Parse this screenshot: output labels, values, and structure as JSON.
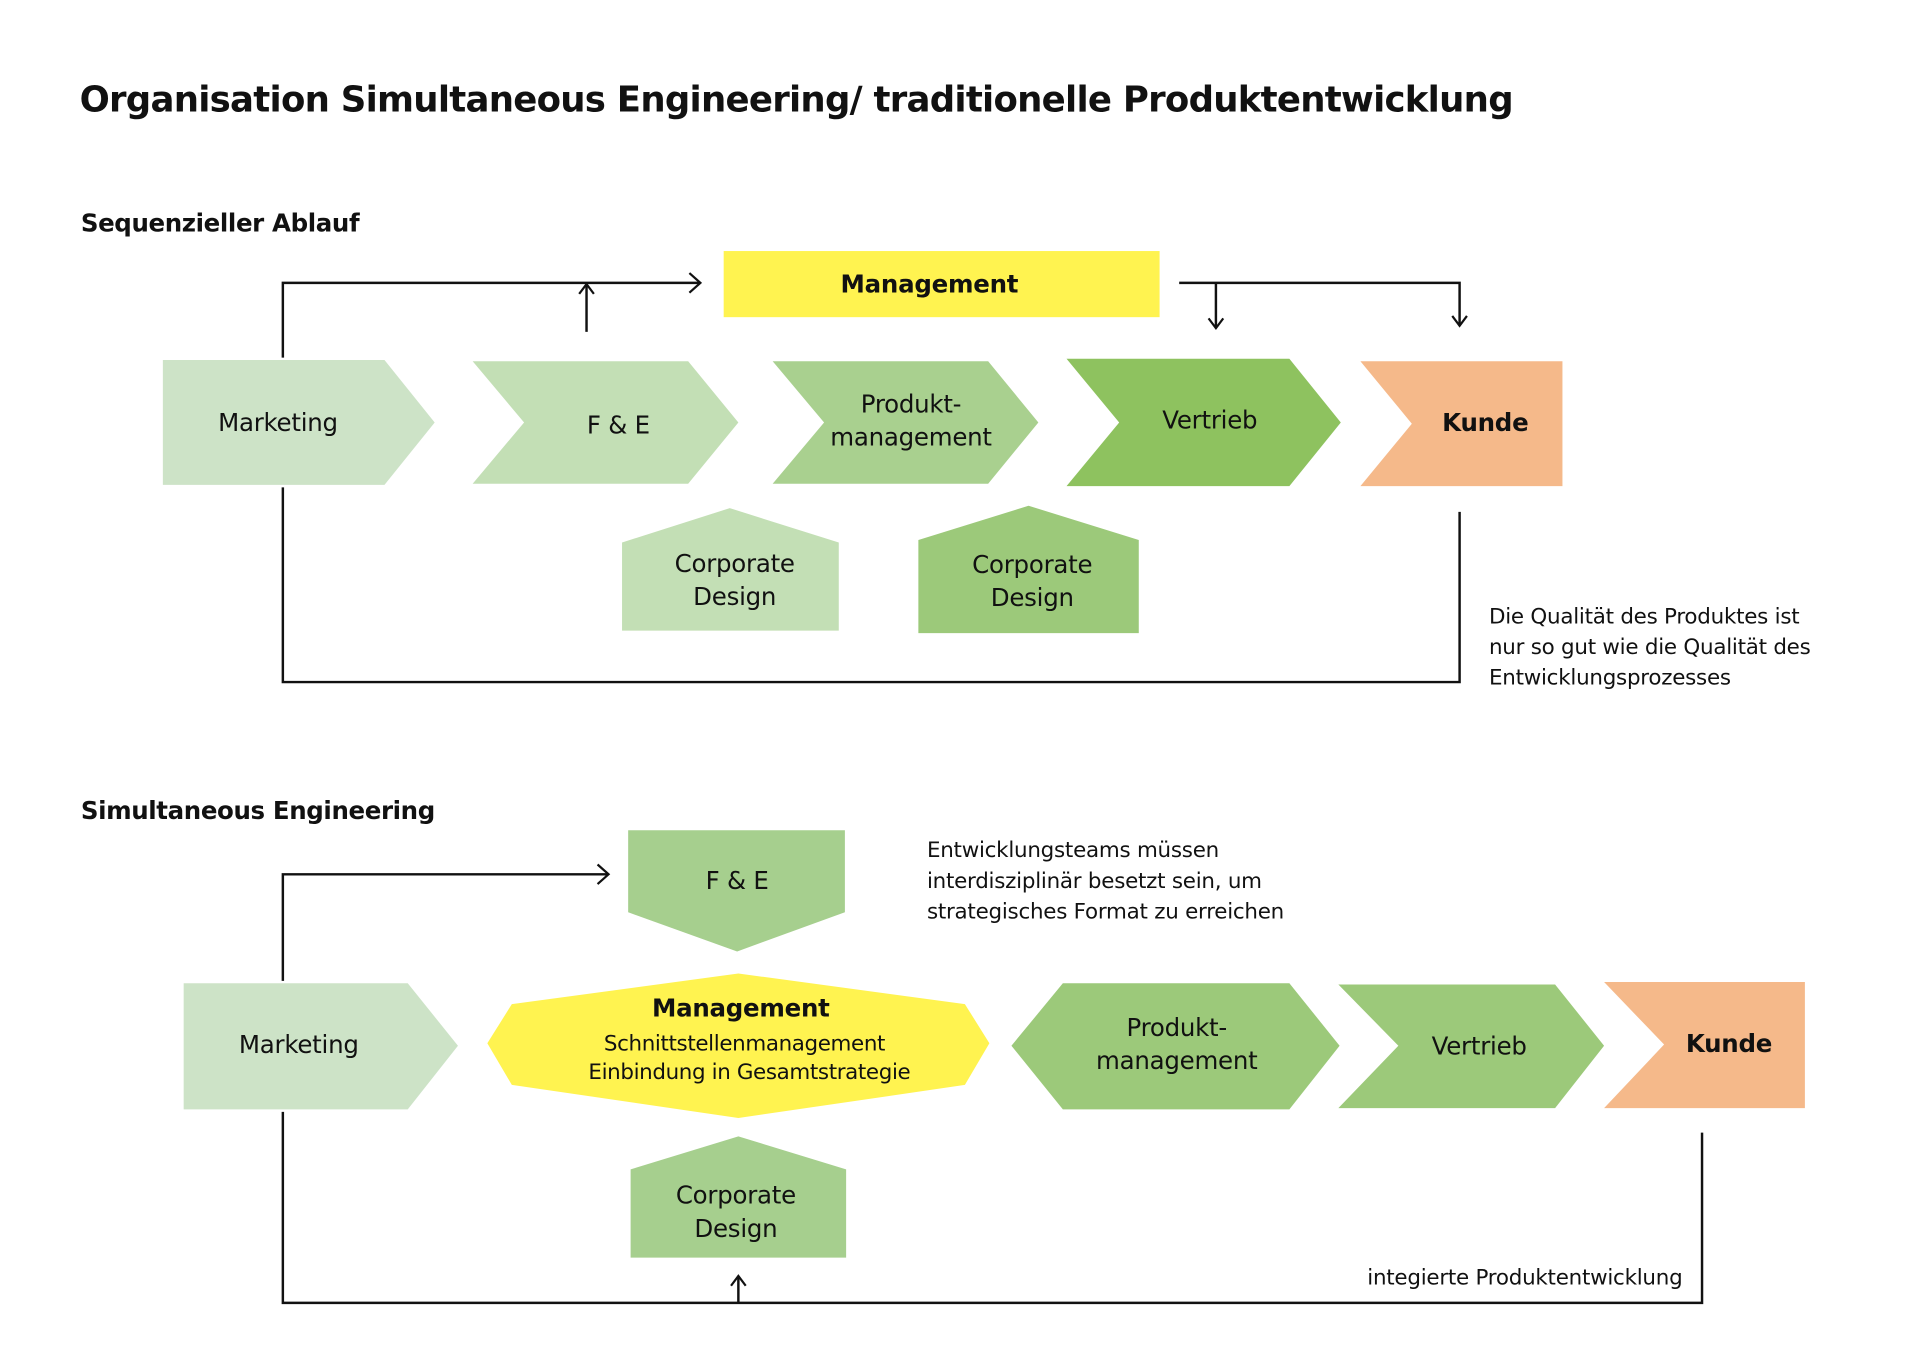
{
  "title": "Organisation Simultaneous Engineering/ traditionelle Produktentwicklung",
  "colors": {
    "marketing": "#cde3c7",
    "fe_light": "#c3dfb5",
    "produkt_top": "#a9d08f",
    "vertrieb_top": "#8ec25f",
    "green_mid": "#a6cf8e",
    "green_bottom": "#9cc97a",
    "cd_top_1": "#c3dfb5",
    "cd_top_2": "#9cc97a",
    "management": "#fff350",
    "kunde": "#f5b98a",
    "line": "#111111"
  },
  "sequential": {
    "heading": "Sequenzieller Ablauf",
    "management": "Management",
    "steps": [
      {
        "id": "marketing",
        "lines": [
          "Marketing"
        ]
      },
      {
        "id": "fe",
        "lines": [
          "F & E"
        ]
      },
      {
        "id": "produktmanagement",
        "lines": [
          "Produkt-",
          "management"
        ]
      },
      {
        "id": "vertrieb",
        "lines": [
          "Vertrieb"
        ]
      },
      {
        "id": "kunde",
        "lines": [
          "Kunde"
        ]
      }
    ],
    "corporate_design_1": [
      "Corporate",
      "Design"
    ],
    "corporate_design_2": [
      "Corporate",
      "Design"
    ],
    "note": [
      "Die Qualität des Produktes ist",
      "nur so gut wie die Qualität des",
      "Entwicklungsprozesses"
    ]
  },
  "simultaneous": {
    "heading": "Simultaneous Engineering",
    "fe": "F & E",
    "note": [
      "Entwicklungsteams müssen",
      "interdisziplinär besetzt sein, um",
      "strategisches Format zu erreichen"
    ],
    "marketing": "Marketing",
    "management": {
      "title": "Management",
      "lines": [
        "Schnittstellenmanagement",
        "Einbindung in Gesamtstrategie"
      ]
    },
    "produktmanagement": [
      "Produkt-",
      "management"
    ],
    "vertrieb": "Vertrieb",
    "kunde": "Kunde",
    "corporate_design": [
      "Corporate",
      "Design"
    ],
    "loop_label": "integierte Produktentwicklung"
  }
}
